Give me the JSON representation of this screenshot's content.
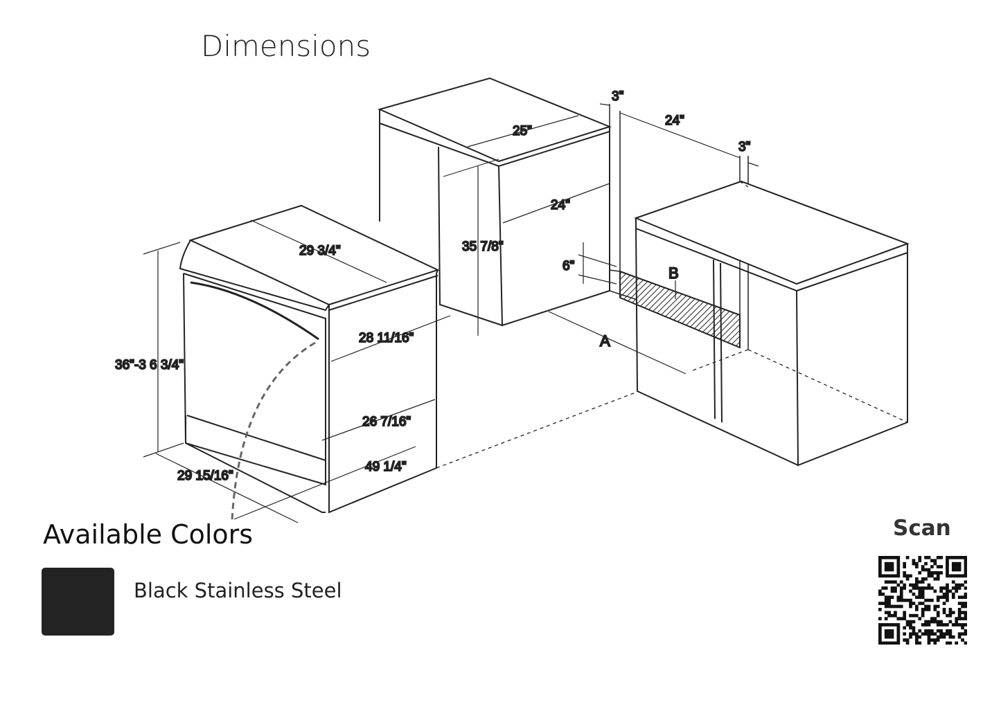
{
  "title": "Dimensions",
  "diagram": {
    "dim_range_width_top": "29 3/4\"",
    "dim_range_depth_side": "28 11/16\"",
    "dim_range_height": "36\"-3 6 3/4\"",
    "dim_range_depth_lower": "26 7/16\"",
    "dim_range_door_open": "49 1/4\"",
    "dim_range_width": "29 15/16\"",
    "dim_cabinet_depth_top": "25\"",
    "dim_cabinet_depth": "24\"",
    "dim_cabinet_height": "35 7/8\"",
    "dim_gap_left": "3\"",
    "dim_opening": "24\"",
    "dim_gap_right": "3\"",
    "dim_outlet_height": "6\"",
    "label_a": "A",
    "label_b": "B"
  },
  "colors": {
    "title": "Available Colors",
    "items": [
      {
        "name": "Black Stainless Steel",
        "hex": "#232323"
      }
    ]
  },
  "scan": {
    "label": "Scan"
  }
}
